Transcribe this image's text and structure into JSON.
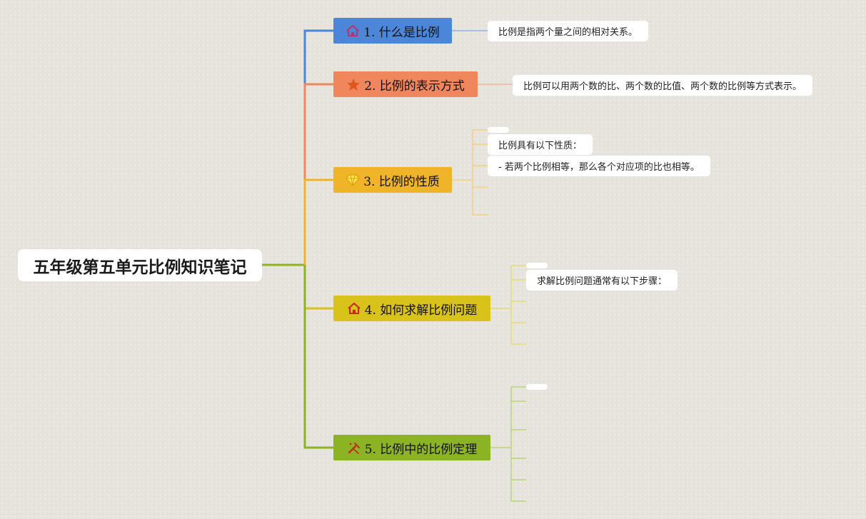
{
  "root": {
    "title": "五年级第五单元比例知识笔记"
  },
  "branches": [
    {
      "label": "1. 什么是比例",
      "color": "#4c86d9",
      "icon": "house-icon",
      "notes": [
        "比例是指两个量之间的相对关系。"
      ]
    },
    {
      "label": "2. 比例的表示方式",
      "color": "#f0865c",
      "icon": "star-icon",
      "notes": [
        "比例可以用两个数的比、两个数的比值、两个数的比例等方式表示。"
      ]
    },
    {
      "label": "3. 比例的性质",
      "color": "#f0b428",
      "icon": "diamond-icon",
      "notes": [
        "比例具有以下性质：",
        "- 若两个比例相等，那么各个对应项的比也相等。"
      ]
    },
    {
      "label": "4. 如何求解比例问题",
      "color": "#d9c21a",
      "icon": "house-icon",
      "notes": [
        "求解比例问题通常有以下步骤："
      ]
    },
    {
      "label": "5. 比例中的比例定理",
      "color": "#8cb323",
      "icon": "tools-icon",
      "notes": []
    }
  ]
}
